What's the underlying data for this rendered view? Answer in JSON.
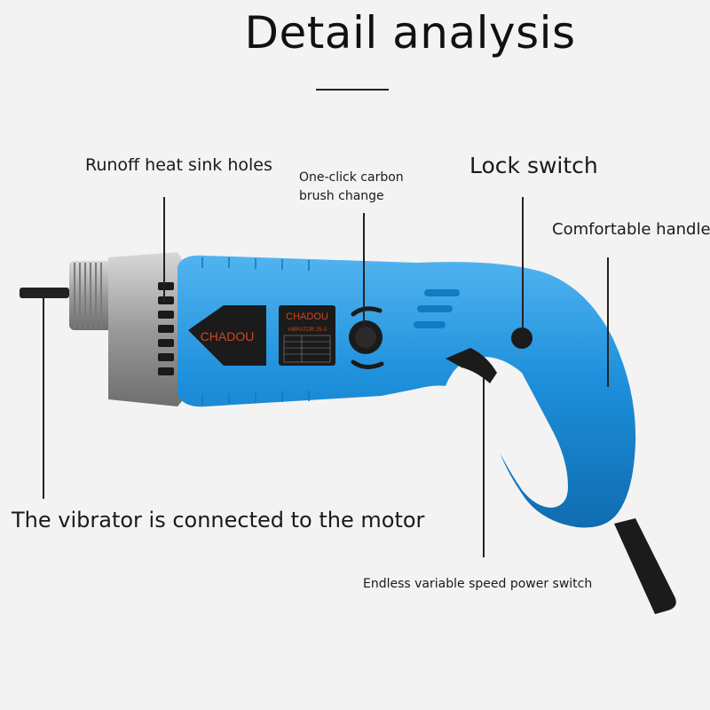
{
  "title": "Detail analysis",
  "labels": {
    "runoff": "Runoff heat sink holes",
    "carbon_line1": "One-click carbon",
    "carbon_line2": "brush change",
    "lock": "Lock switch",
    "handle": "Comfortable handle",
    "vibrator": "The vibrator is connected to the motor",
    "speed": "Endless variable speed power switch"
  },
  "product": {
    "brand": "CHADOU",
    "plate_brand": "CHADOU",
    "model": "VIBRATOR 25-3",
    "body_color": "#1e90dc",
    "accent_color": "#d2451e"
  }
}
